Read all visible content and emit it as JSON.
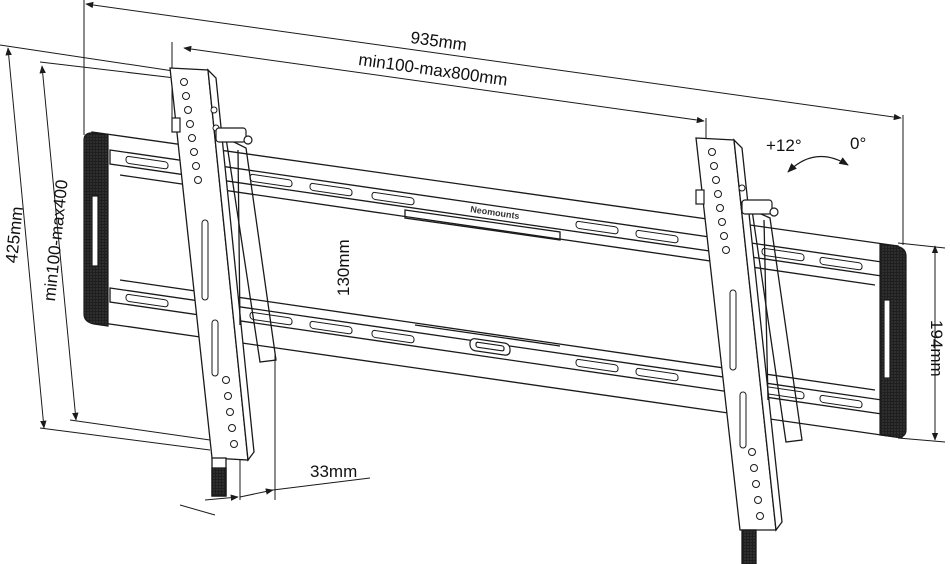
{
  "dimensions": {
    "overall_width": "935mm",
    "vesa_horizontal": "min100-max800mm",
    "overall_height": "425mm",
    "vesa_vertical": "min100-max400",
    "rail_spacing": "130mm",
    "plate_height": "194mm",
    "wall_distance": "33mm",
    "tilt_positive": "+12°",
    "tilt_zero": "0°"
  },
  "brand": {
    "logo_text": "Neomounts"
  },
  "colors": {
    "line": "#1a1a1a",
    "fill": "#ffffff",
    "dark": "#2b2b2b"
  }
}
